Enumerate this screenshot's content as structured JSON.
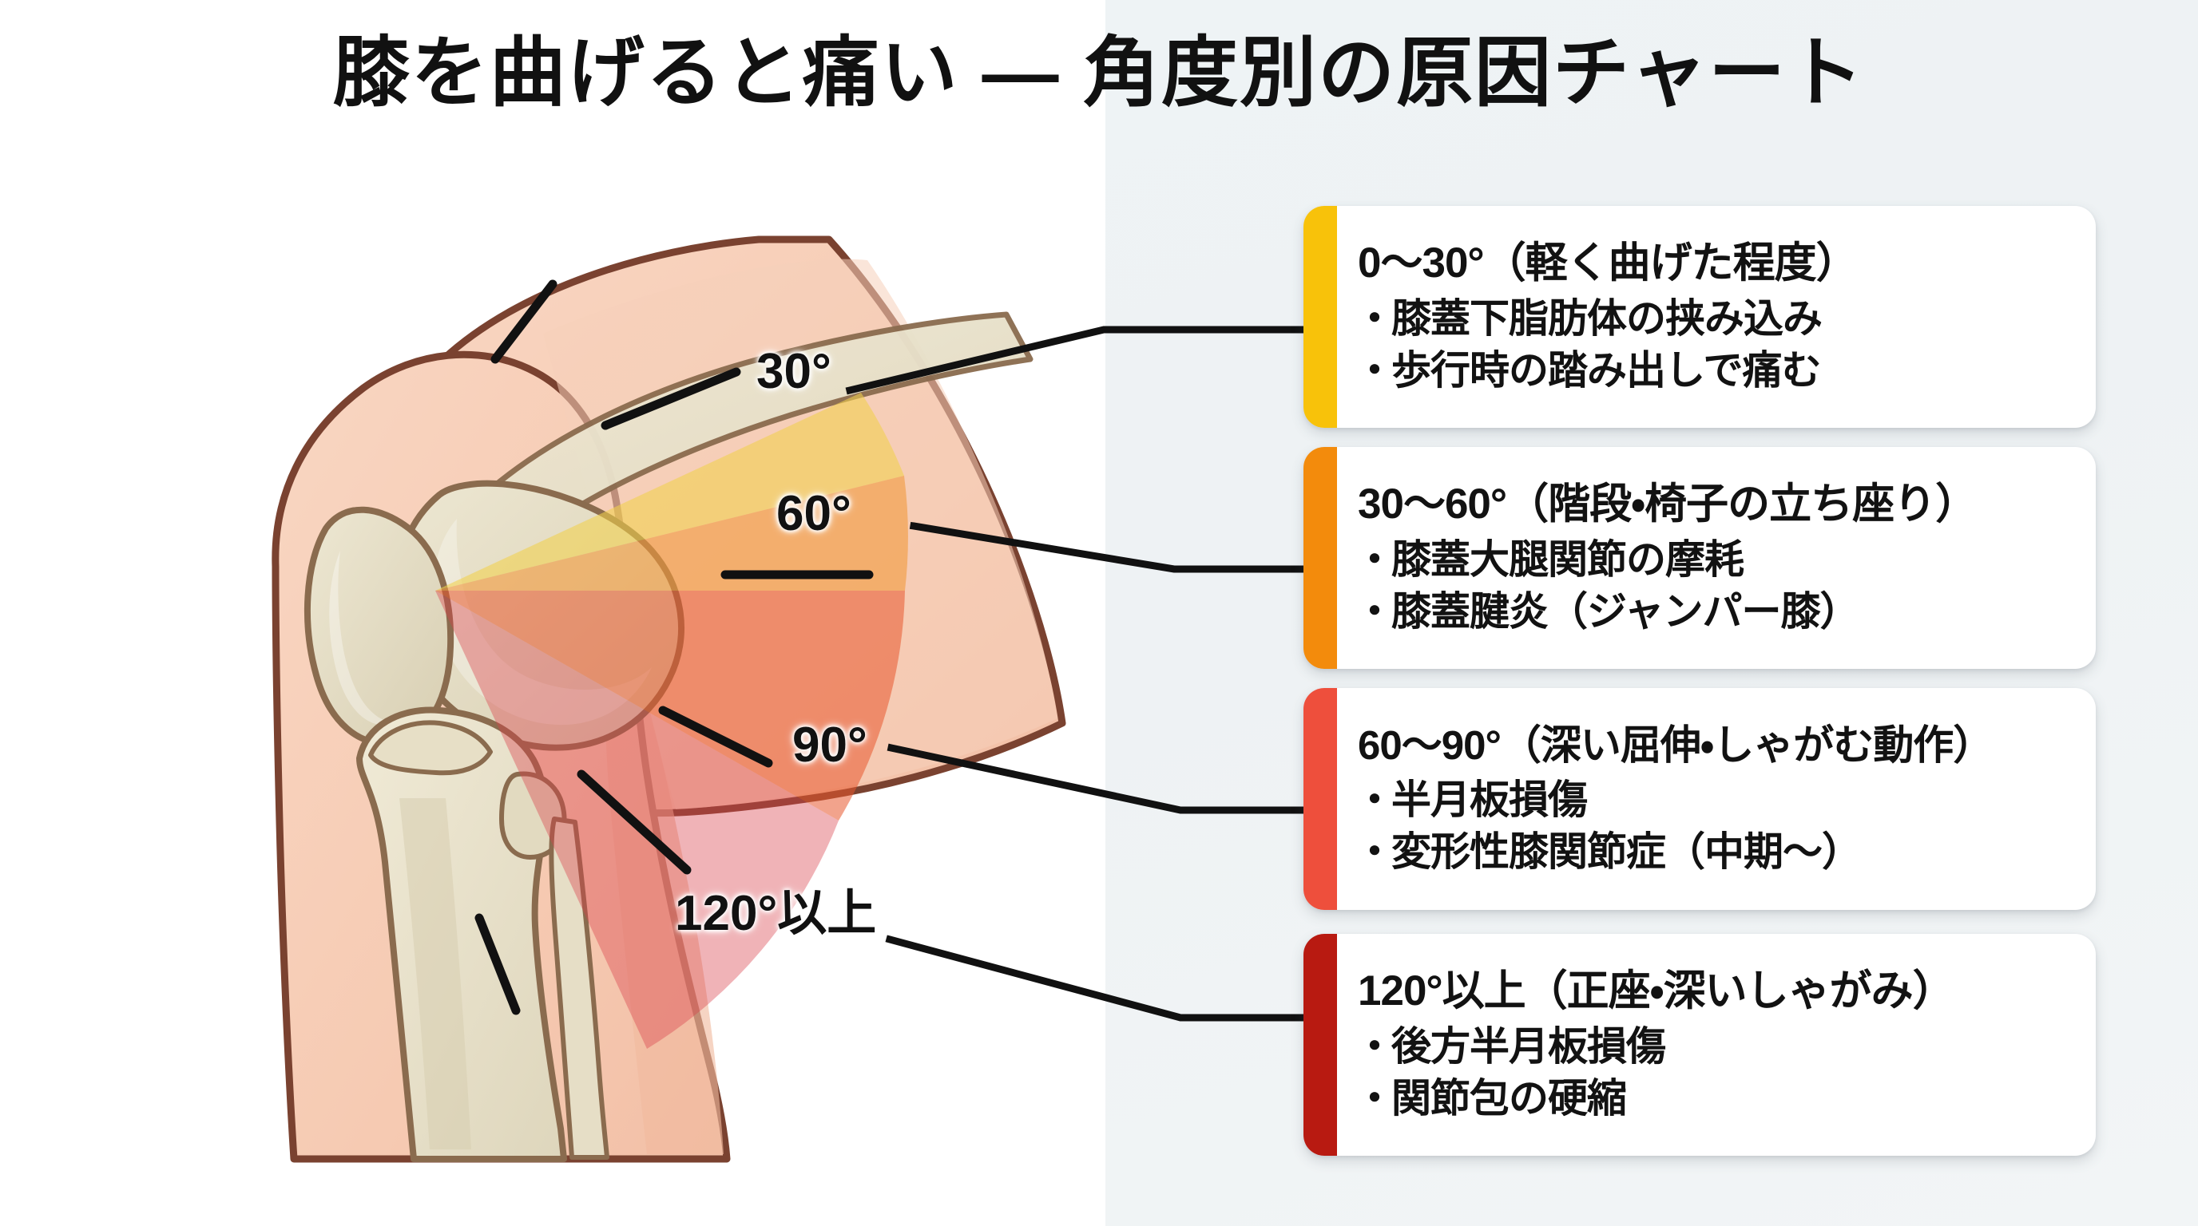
{
  "title": "膝を曲げると痛い ― 角度別の原因チャート",
  "colors": {
    "accent_0_30": "#F8C20A",
    "accent_30_60": "#F38B0C",
    "accent_60_90": "#EE4F3C",
    "accent_120_plus": "#B81A11",
    "background_left": "#FFFFFF",
    "background_right": "#EEF2F4",
    "text": "#121212",
    "leader_line": "#111111",
    "bone": "#E6DFC8",
    "skin": "#F6CDB6",
    "outline": "#7A4A35"
  },
  "diagram": {
    "name": "knee-flexion-angle-diagram",
    "angle_labels": [
      {
        "id": "deg30",
        "text": "30°"
      },
      {
        "id": "deg60",
        "text": "60°"
      },
      {
        "id": "deg90",
        "text": "90°"
      },
      {
        "id": "deg120",
        "text": "120°以上"
      }
    ],
    "wedges": [
      {
        "id": "wedge-0-30",
        "range": "0〜30°",
        "color": "#F2D14B",
        "opacity": 0.55
      },
      {
        "id": "wedge-30-60",
        "range": "30〜60°",
        "color": "#F29A3C",
        "opacity": 0.6
      },
      {
        "id": "wedge-60-90",
        "range": "60〜90°",
        "color": "#E8582E",
        "opacity": 0.55
      },
      {
        "id": "wedge-120-plus",
        "range": "120°以上",
        "color": "#D9424A",
        "opacity": 0.4
      }
    ]
  },
  "cards": [
    {
      "id": "card-0-30",
      "accent": "#F8C20A",
      "heading": "0〜30°（軽く曲げた程度）",
      "bullets": [
        "膝蓋下脂肪体の挟み込み",
        "歩行時の踏み出しで痛む"
      ]
    },
    {
      "id": "card-30-60",
      "accent": "#F38B0C",
      "heading": "30〜60°（階段・椅子の立ち座り）",
      "bullets": [
        "膝蓋大腿関節の摩耗",
        "膝蓋腱炎（ジャンパー膝）"
      ]
    },
    {
      "id": "card-60-90",
      "accent": "#EE4F3C",
      "heading": "60〜90°（深い屈伸・しゃがむ動作）",
      "bullets": [
        "半月板損傷",
        "変形性膝関節症（中期〜）"
      ]
    },
    {
      "id": "card-120-plus",
      "accent": "#B81A11",
      "heading": "120°以上（正座・深いしゃがみ）",
      "bullets": [
        "後方半月板損傷",
        "関節包の硬縮"
      ]
    }
  ]
}
